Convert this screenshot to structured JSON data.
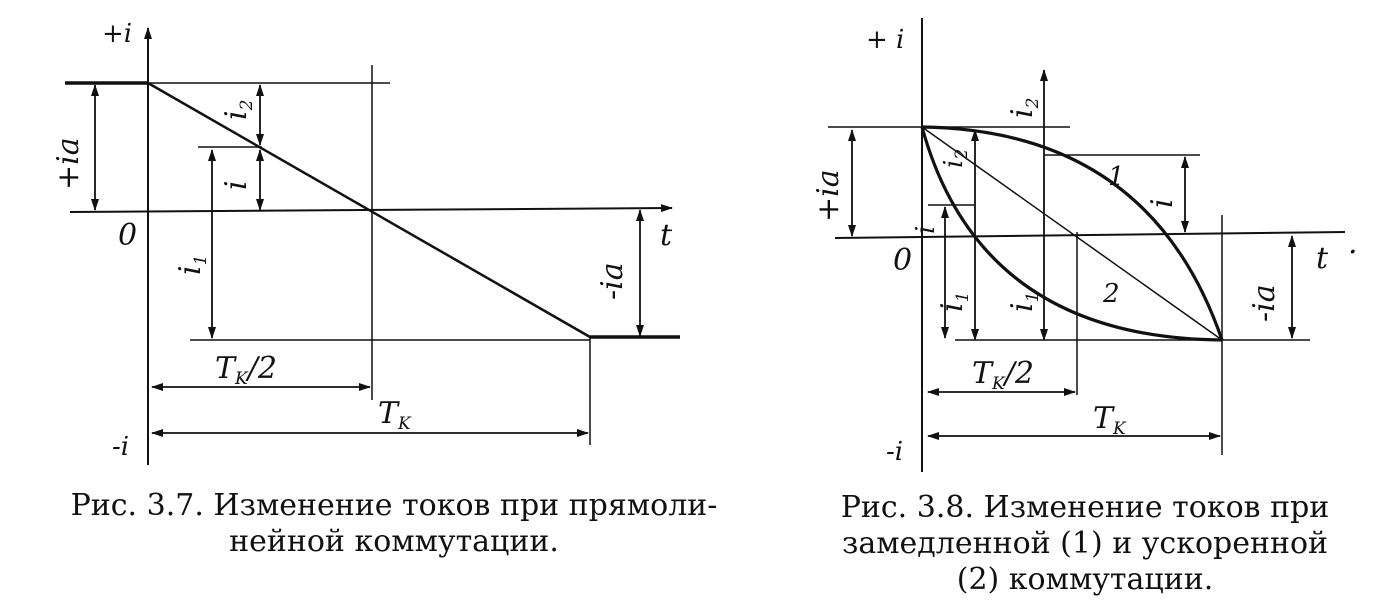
{
  "fig37": {
    "label_plus_i": "+i",
    "label_minus_i": "-i",
    "label_zero": "0",
    "label_t": "t",
    "label_plus_ia_prefix": "+i",
    "label_plus_ia_sub": "a",
    "label_minus_ia_prefix": "-i",
    "label_minus_ia_sub": "a",
    "label_i2_base": "i",
    "label_i2_sub": "2",
    "label_i": "i",
    "label_i1_base": "i",
    "label_i1_sub": "1",
    "label_tk_half_base": "T",
    "label_tk_half_sub": "K",
    "label_tk_half_suffix": "/2",
    "label_tk_base": "T",
    "label_tk_sub": "K",
    "caption_line1": "Рис. 3.7. Изменение токов при прямоли-",
    "caption_line2": "нейной коммутации."
  },
  "fig38": {
    "label_plus_i": "+ i",
    "label_minus_i": "-i",
    "label_zero": "0",
    "label_t": "t",
    "label_t_dot": "·",
    "label_plus_ia_prefix": "+i",
    "label_plus_ia_sub": "a",
    "label_minus_ia_prefix": "-i",
    "label_minus_ia_sub": "a",
    "label_i2_top_base": "i",
    "label_i2_top_sub": "2",
    "label_i2_left_base": "i",
    "label_i2_left_sub": "2",
    "label_i_right": "i",
    "label_i_left": "i",
    "label_i1_left_base": "i",
    "label_i1_left_sub": "1",
    "label_i1_mid_base": "i",
    "label_i1_mid_sub": "1",
    "label_curve1": "1",
    "label_curve2": "2",
    "label_tk_half_base": "T",
    "label_tk_half_sub": "K",
    "label_tk_half_suffix": "/2",
    "label_tk_base": "T",
    "label_tk_sub": "K",
    "caption_line1": "Рис. 3.8. Изменение токов при",
    "caption_line2": "замедленной (1) и ускоренной",
    "caption_line3": "(2) коммутации."
  }
}
